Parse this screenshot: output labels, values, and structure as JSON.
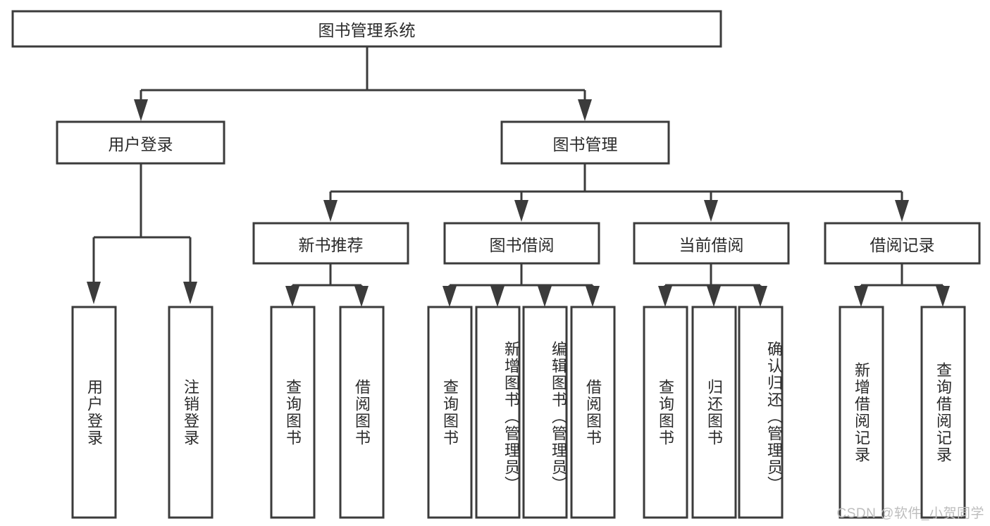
{
  "diagram": {
    "type": "tree-hierarchy",
    "title": "图书管理系统",
    "orientation": "top-down",
    "colors": {
      "box_stroke": "#3b3b3b",
      "box_fill": "#ffffff",
      "connector": "#3b3b3b",
      "text": "#2b2b2b",
      "watermark": "#bdbdbd",
      "background": "#ffffff"
    },
    "levels": [
      {
        "level": 0,
        "nodes": [
          {
            "id": "root",
            "label": "图书管理系统",
            "orientation": "horizontal"
          }
        ]
      },
      {
        "level": 1,
        "nodes": [
          {
            "id": "login",
            "label": "用户登录",
            "orientation": "horizontal",
            "parent": "root"
          },
          {
            "id": "bookmgmt",
            "label": "图书管理",
            "orientation": "horizontal",
            "parent": "root"
          }
        ]
      },
      {
        "level": 2,
        "nodes": [
          {
            "id": "newbook",
            "label": "新书推荐",
            "orientation": "horizontal",
            "parent": "bookmgmt"
          },
          {
            "id": "borrow",
            "label": "图书借阅",
            "orientation": "horizontal",
            "parent": "bookmgmt"
          },
          {
            "id": "current",
            "label": "当前借阅",
            "orientation": "horizontal",
            "parent": "bookmgmt"
          },
          {
            "id": "records",
            "label": "借阅记录",
            "orientation": "horizontal",
            "parent": "bookmgmt"
          }
        ]
      },
      {
        "level": 3,
        "nodes": [
          {
            "id": "leaf-1",
            "label": "用户登录",
            "orientation": "vertical",
            "parent": "login"
          },
          {
            "id": "leaf-2",
            "label": "注销登录",
            "orientation": "vertical",
            "parent": "login"
          },
          {
            "id": "leaf-3",
            "label": "查询图书",
            "orientation": "vertical",
            "parent": "newbook"
          },
          {
            "id": "leaf-4",
            "label": "借阅图书",
            "orientation": "vertical",
            "parent": "newbook"
          },
          {
            "id": "leaf-5",
            "label": "查询图书",
            "orientation": "vertical",
            "parent": "borrow"
          },
          {
            "id": "leaf-6",
            "label": "新增图书（管理员）",
            "orientation": "vertical",
            "parent": "borrow"
          },
          {
            "id": "leaf-7",
            "label": "编辑图书（管理员）",
            "orientation": "vertical",
            "parent": "borrow"
          },
          {
            "id": "leaf-8",
            "label": "借阅图书",
            "orientation": "vertical",
            "parent": "borrow"
          },
          {
            "id": "leaf-9",
            "label": "查询图书",
            "orientation": "vertical",
            "parent": "current"
          },
          {
            "id": "leaf-10",
            "label": "归还图书",
            "orientation": "vertical",
            "parent": "current"
          },
          {
            "id": "leaf-11",
            "label": "确认归还（管理员）",
            "orientation": "vertical",
            "parent": "current"
          },
          {
            "id": "leaf-12",
            "label": "新增借阅记录",
            "orientation": "vertical",
            "parent": "records"
          },
          {
            "id": "leaf-13",
            "label": "查询借阅记录",
            "orientation": "vertical",
            "parent": "records"
          }
        ]
      }
    ]
  },
  "watermark": {
    "text": "CSDN @软件_小贺同学"
  }
}
